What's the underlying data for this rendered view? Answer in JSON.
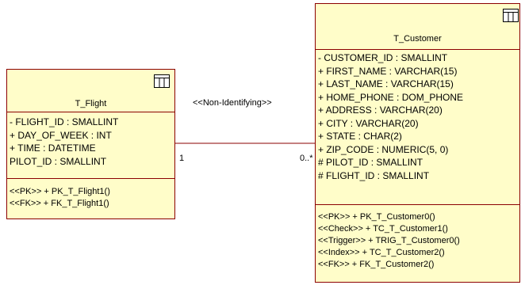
{
  "entities": {
    "flight": {
      "name": "T_Flight",
      "icon": "table-icon",
      "attributes": [
        "- FLIGHT_ID : SMALLINT",
        "+ DAY_OF_WEEK : INT",
        "+ TIME : DATETIME",
        "PILOT_ID : SMALLINT"
      ],
      "operations": [
        "<<PK>> + PK_T_Flight1()",
        "<<FK>> + FK_T_Flight1()"
      ]
    },
    "customer": {
      "name": "T_Customer",
      "icon": "table-icon",
      "attributes": [
        "- CUSTOMER_ID : SMALLINT",
        "+ FIRST_NAME : VARCHAR(15)",
        "+ LAST_NAME : VARCHAR(15)",
        "+ HOME_PHONE : DOM_PHONE",
        "+ ADDRESS : VARCHAR(20)",
        "+ CITY : VARCHAR(20)",
        "+ STATE : CHAR(2)",
        "+ ZIP_CODE : NUMERIC(5, 0)",
        "# PILOT_ID : SMALLINT",
        "# FLIGHT_ID : SMALLINT"
      ],
      "operations": [
        "<<PK>> + PK_T_Customer0()",
        "<<Check>> + TC_T_Customer1()",
        "<<Trigger>> + TRIG_T_Customer0()",
        "<<Index>> + TC_T_Customer2()",
        "<<FK>> + FK_T_Customer2()"
      ]
    }
  },
  "relationship": {
    "stereotype": "<<Non-Identifying>>",
    "source_multiplicity": "1",
    "target_multiplicity": "0..*"
  },
  "colors": {
    "entity_fill": "#fffdc9",
    "entity_border": "#8b0000",
    "connector": "#8b0000"
  }
}
